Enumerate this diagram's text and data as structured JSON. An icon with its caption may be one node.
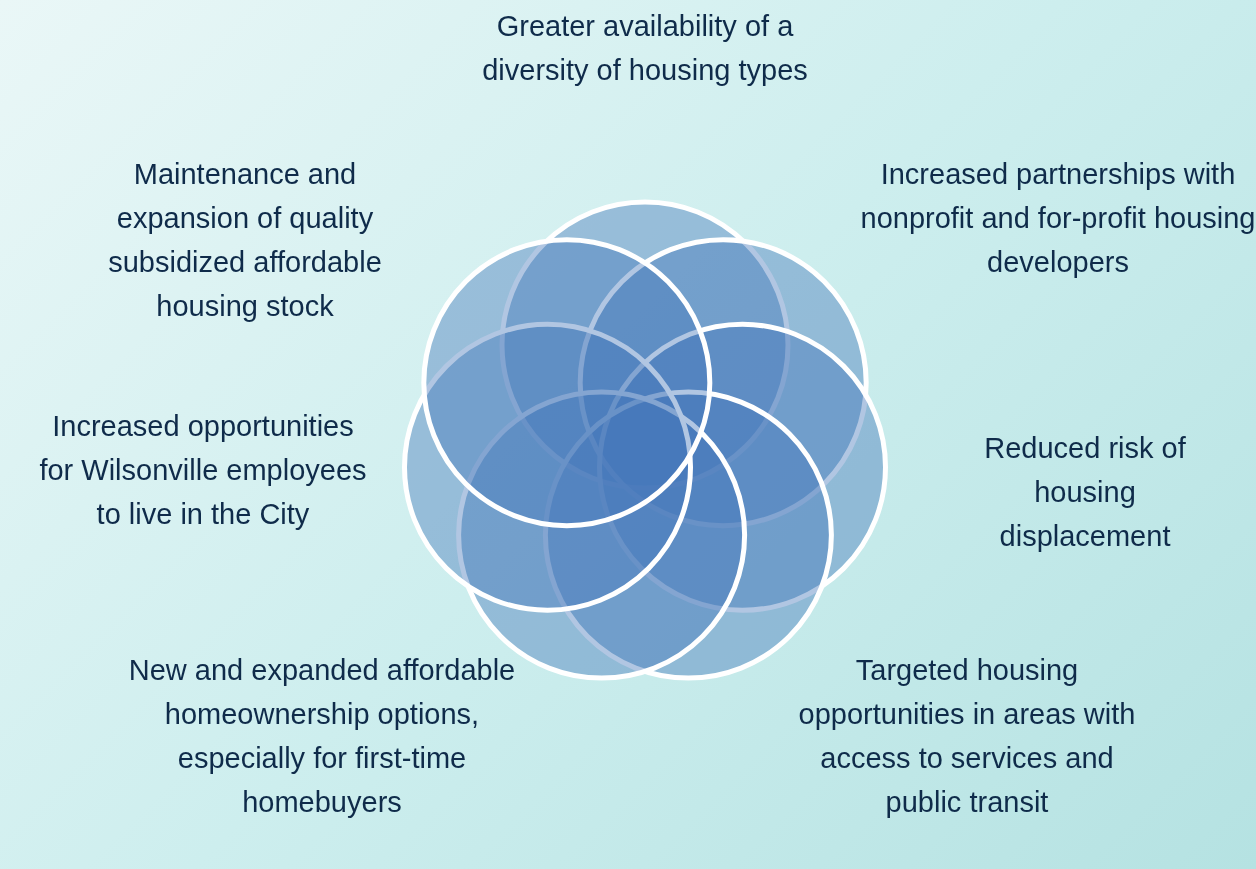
{
  "diagram": {
    "nodes": [
      {
        "text": [],
        "shape": "circle"
      },
      {
        "text": [],
        "shape": "circle"
      },
      {
        "text": [],
        "shape": "circle"
      },
      {
        "text": [],
        "shape": "circle"
      },
      {
        "text": [],
        "shape": "circle"
      },
      {
        "text": [],
        "shape": "circle"
      },
      {
        "text": [],
        "shape": "circle"
      }
    ],
    "edges": [],
    "labels": [
      "Greater availability of a diversity of housing types",
      "Maintenance and expansion of quality subsidized affordable housing stock",
      "Increased partnerships with nonprofit and for-profit housing developers",
      "Increased opportunities for Wilsonville employees to live in the City",
      "Reduced risk of housing displacement",
      "New and expanded affordable homeownership options, especially for first-time homebuyers",
      "Targeted housing opportunities in areas with access to services and public transit"
    ]
  }
}
